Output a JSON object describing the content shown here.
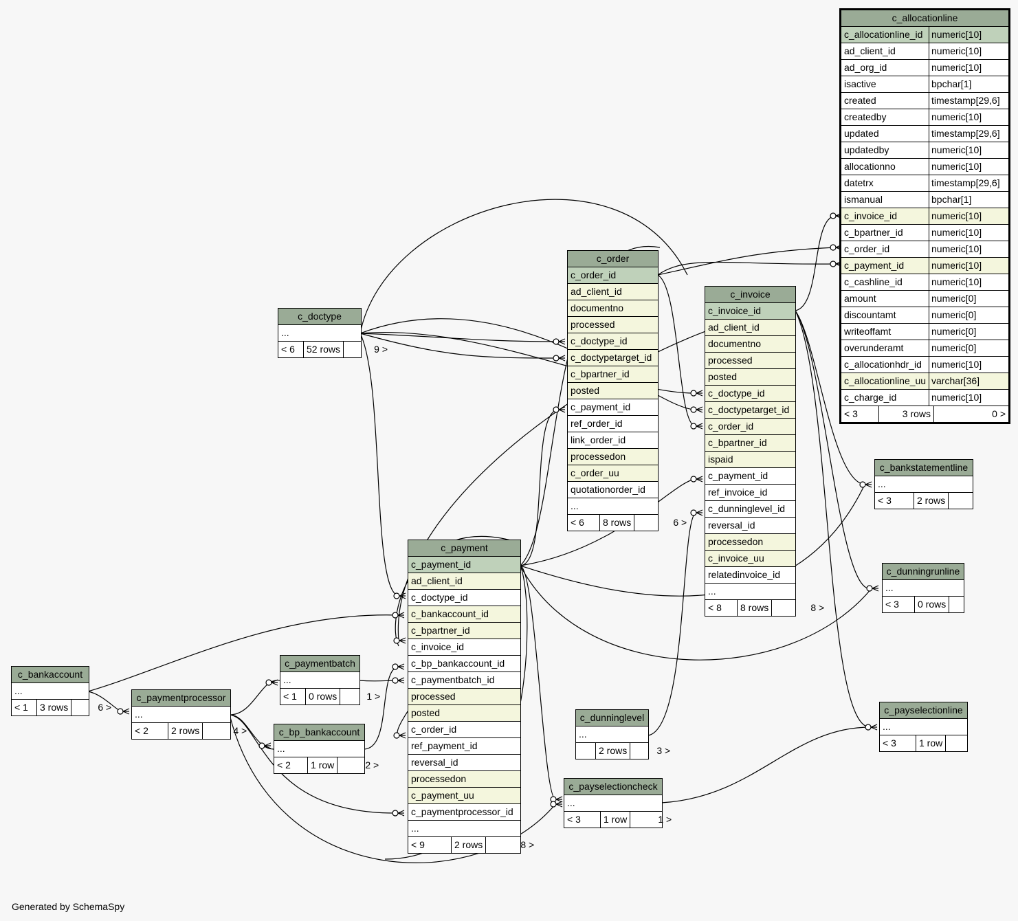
{
  "footer": "Generated by SchemaSpy",
  "tables": [
    {
      "key": "c_allocationline",
      "title": "c_allocationline",
      "focus": true,
      "columns": [
        {
          "name": "c_allocationline_id",
          "type": "numeric[10]",
          "kind": "pk"
        },
        {
          "name": "ad_client_id",
          "type": "numeric[10]",
          "kind": "pl"
        },
        {
          "name": "ad_org_id",
          "type": "numeric[10]",
          "kind": "pl"
        },
        {
          "name": "isactive",
          "type": "bpchar[1]",
          "kind": "pl"
        },
        {
          "name": "created",
          "type": "timestamp[29,6]",
          "kind": "pl"
        },
        {
          "name": "createdby",
          "type": "numeric[10]",
          "kind": "pl"
        },
        {
          "name": "updated",
          "type": "timestamp[29,6]",
          "kind": "pl"
        },
        {
          "name": "updatedby",
          "type": "numeric[10]",
          "kind": "pl"
        },
        {
          "name": "allocationno",
          "type": "numeric[10]",
          "kind": "pl"
        },
        {
          "name": "datetrx",
          "type": "timestamp[29,6]",
          "kind": "pl"
        },
        {
          "name": "ismanual",
          "type": "bpchar[1]",
          "kind": "pl"
        },
        {
          "name": "c_invoice_id",
          "type": "numeric[10]",
          "kind": "ix"
        },
        {
          "name": "c_bpartner_id",
          "type": "numeric[10]",
          "kind": "pl"
        },
        {
          "name": "c_order_id",
          "type": "numeric[10]",
          "kind": "pl"
        },
        {
          "name": "c_payment_id",
          "type": "numeric[10]",
          "kind": "ix"
        },
        {
          "name": "c_cashline_id",
          "type": "numeric[10]",
          "kind": "pl"
        },
        {
          "name": "amount",
          "type": "numeric[0]",
          "kind": "pl"
        },
        {
          "name": "discountamt",
          "type": "numeric[0]",
          "kind": "pl"
        },
        {
          "name": "writeoffamt",
          "type": "numeric[0]",
          "kind": "pl"
        },
        {
          "name": "overunderamt",
          "type": "numeric[0]",
          "kind": "pl"
        },
        {
          "name": "c_allocationhdr_id",
          "type": "numeric[10]",
          "kind": "pl"
        },
        {
          "name": "c_allocationline_uu",
          "type": "varchar[36]",
          "kind": "ix"
        },
        {
          "name": "c_charge_id",
          "type": "numeric[10]",
          "kind": "pl"
        }
      ],
      "footer": {
        "left": "< 3",
        "mid": "3 rows",
        "right": "0 >"
      }
    },
    {
      "key": "c_order",
      "title": "c_order",
      "columns": [
        {
          "name": "c_order_id",
          "kind": "pk"
        },
        {
          "name": "ad_client_id",
          "kind": "ix"
        },
        {
          "name": "documentno",
          "kind": "ix"
        },
        {
          "name": "processed",
          "kind": "ix"
        },
        {
          "name": "c_doctype_id",
          "kind": "ix"
        },
        {
          "name": "c_doctypetarget_id",
          "kind": "ix"
        },
        {
          "name": "c_bpartner_id",
          "kind": "ix"
        },
        {
          "name": "posted",
          "kind": "ix"
        },
        {
          "name": "c_payment_id",
          "kind": "pl"
        },
        {
          "name": "ref_order_id",
          "kind": "pl"
        },
        {
          "name": "link_order_id",
          "kind": "pl"
        },
        {
          "name": "processedon",
          "kind": "ix"
        },
        {
          "name": "c_order_uu",
          "kind": "ix"
        },
        {
          "name": "quotationorder_id",
          "kind": "pl"
        },
        {
          "name": "...",
          "kind": "pl"
        }
      ],
      "footer": {
        "left": "< 6",
        "mid": "8 rows",
        "right": "6 >"
      }
    },
    {
      "key": "c_invoice",
      "title": "c_invoice",
      "columns": [
        {
          "name": "c_invoice_id",
          "kind": "pk"
        },
        {
          "name": "ad_client_id",
          "kind": "ix"
        },
        {
          "name": "documentno",
          "kind": "ix"
        },
        {
          "name": "processed",
          "kind": "ix"
        },
        {
          "name": "posted",
          "kind": "ix"
        },
        {
          "name": "c_doctype_id",
          "kind": "ix"
        },
        {
          "name": "c_doctypetarget_id",
          "kind": "ix"
        },
        {
          "name": "c_order_id",
          "kind": "ix"
        },
        {
          "name": "c_bpartner_id",
          "kind": "ix"
        },
        {
          "name": "ispaid",
          "kind": "ix"
        },
        {
          "name": "c_payment_id",
          "kind": "pl"
        },
        {
          "name": "ref_invoice_id",
          "kind": "pl"
        },
        {
          "name": "c_dunninglevel_id",
          "kind": "pl"
        },
        {
          "name": "reversal_id",
          "kind": "pl"
        },
        {
          "name": "processedon",
          "kind": "ix"
        },
        {
          "name": "c_invoice_uu",
          "kind": "ix"
        },
        {
          "name": "relatedinvoice_id",
          "kind": "pl"
        },
        {
          "name": "...",
          "kind": "pl"
        }
      ],
      "footer": {
        "left": "< 8",
        "mid": "8 rows",
        "right": "8 >"
      }
    },
    {
      "key": "c_payment",
      "title": "c_payment",
      "columns": [
        {
          "name": "c_payment_id",
          "kind": "pk"
        },
        {
          "name": "ad_client_id",
          "kind": "ix"
        },
        {
          "name": "c_doctype_id",
          "kind": "pl"
        },
        {
          "name": "c_bankaccount_id",
          "kind": "ix"
        },
        {
          "name": "c_bpartner_id",
          "kind": "ix"
        },
        {
          "name": "c_invoice_id",
          "kind": "pl"
        },
        {
          "name": "c_bp_bankaccount_id",
          "kind": "pl"
        },
        {
          "name": "c_paymentbatch_id",
          "kind": "pl"
        },
        {
          "name": "processed",
          "kind": "ix"
        },
        {
          "name": "posted",
          "kind": "ix"
        },
        {
          "name": "c_order_id",
          "kind": "pl"
        },
        {
          "name": "ref_payment_id",
          "kind": "pl"
        },
        {
          "name": "reversal_id",
          "kind": "pl"
        },
        {
          "name": "processedon",
          "kind": "ix"
        },
        {
          "name": "c_payment_uu",
          "kind": "ix"
        },
        {
          "name": "c_paymentprocessor_id",
          "kind": "pl"
        },
        {
          "name": "...",
          "kind": "pl"
        }
      ],
      "footer": {
        "left": "< 9",
        "mid": "2 rows",
        "right": "8 >"
      }
    },
    {
      "key": "c_doctype",
      "title": "c_doctype",
      "columns": [
        {
          "name": "...",
          "kind": "pl"
        }
      ],
      "footer": {
        "left": "< 6",
        "mid": "52 rows",
        "right": "9 >"
      }
    },
    {
      "key": "c_bankstatementline",
      "title": "c_bankstatementline",
      "columns": [
        {
          "name": "...",
          "kind": "pl"
        }
      ],
      "footer": {
        "left": "< 3",
        "mid": "2 rows",
        "right": ""
      }
    },
    {
      "key": "c_dunningrunline",
      "title": "c_dunningrunline",
      "columns": [
        {
          "name": "...",
          "kind": "pl"
        }
      ],
      "footer": {
        "left": "< 3",
        "mid": "0 rows",
        "right": ""
      }
    },
    {
      "key": "c_payselectionline",
      "title": "c_payselectionline",
      "columns": [
        {
          "name": "...",
          "kind": "pl"
        }
      ],
      "footer": {
        "left": "< 3",
        "mid": "1 row",
        "right": ""
      }
    },
    {
      "key": "c_dunninglevel",
      "title": "c_dunninglevel",
      "columns": [
        {
          "name": "...",
          "kind": "pl"
        }
      ],
      "footer": {
        "left": "",
        "mid": "2 rows",
        "right": "3 >"
      }
    },
    {
      "key": "c_payselectioncheck",
      "title": "c_payselectioncheck",
      "columns": [
        {
          "name": "...",
          "kind": "pl"
        }
      ],
      "footer": {
        "left": "< 3",
        "mid": "1 row",
        "right": "1 >"
      }
    },
    {
      "key": "c_bankaccount",
      "title": "c_bankaccount",
      "columns": [
        {
          "name": "...",
          "kind": "pl"
        }
      ],
      "footer": {
        "left": "< 1",
        "mid": "3 rows",
        "right": "6 >"
      }
    },
    {
      "key": "c_paymentprocessor",
      "title": "c_paymentprocessor",
      "columns": [
        {
          "name": "...",
          "kind": "pl"
        }
      ],
      "footer": {
        "left": "< 2",
        "mid": "2 rows",
        "right": "4 >"
      }
    },
    {
      "key": "c_paymentbatch",
      "title": "c_paymentbatch",
      "columns": [
        {
          "name": "...",
          "kind": "pl"
        }
      ],
      "footer": {
        "left": "< 1",
        "mid": "0 rows",
        "right": "1 >"
      }
    },
    {
      "key": "c_bp_bankaccount",
      "title": "c_bp_bankaccount",
      "columns": [
        {
          "name": "...",
          "kind": "pl"
        }
      ],
      "footer": {
        "left": "< 2",
        "mid": "1 row",
        "right": "2 >"
      }
    }
  ],
  "relationships": [
    {
      "from": "c_allocationline.c_invoice_id",
      "to": "c_invoice.c_invoice_id"
    },
    {
      "from": "c_allocationline.c_order_id",
      "to": "c_order.c_order_id"
    },
    {
      "from": "c_allocationline.c_payment_id",
      "to": "c_payment.c_payment_id"
    },
    {
      "from": "c_order.c_doctype_id",
      "to": "c_doctype"
    },
    {
      "from": "c_order.c_doctypetarget_id",
      "to": "c_doctype"
    },
    {
      "from": "c_order.c_payment_id",
      "to": "c_payment.c_payment_id"
    },
    {
      "from": "c_invoice.c_doctype_id",
      "to": "c_doctype"
    },
    {
      "from": "c_invoice.c_doctypetarget_id",
      "to": "c_doctype"
    },
    {
      "from": "c_invoice.c_order_id",
      "to": "c_order.c_order_id"
    },
    {
      "from": "c_invoice.c_payment_id",
      "to": "c_payment.c_payment_id"
    },
    {
      "from": "c_invoice.c_dunninglevel_id",
      "to": "c_dunninglevel"
    },
    {
      "from": "c_payment.c_doctype_id",
      "to": "c_doctype"
    },
    {
      "from": "c_payment.c_bankaccount_id",
      "to": "c_bankaccount"
    },
    {
      "from": "c_payment.c_invoice_id",
      "to": "c_invoice.c_invoice_id"
    },
    {
      "from": "c_payment.c_bp_bankaccount_id",
      "to": "c_bp_bankaccount"
    },
    {
      "from": "c_payment.c_paymentbatch_id",
      "to": "c_paymentbatch"
    },
    {
      "from": "c_payment.c_order_id",
      "to": "c_order.c_order_id"
    },
    {
      "from": "c_payment.c_paymentprocessor_id",
      "to": "c_paymentprocessor"
    },
    {
      "from": "c_paymentprocessor",
      "to": "c_bankaccount"
    },
    {
      "from": "c_paymentbatch",
      "to": "c_paymentprocessor"
    },
    {
      "from": "c_bp_bankaccount",
      "to": "c_paymentprocessor"
    },
    {
      "from": "c_bankstatementline",
      "to": "c_invoice.c_invoice_id"
    },
    {
      "from": "c_bankstatementline",
      "to": "c_payment.c_payment_id"
    },
    {
      "from": "c_dunningrunline",
      "to": "c_invoice.c_invoice_id"
    },
    {
      "from": "c_dunningrunline",
      "to": "c_payment.c_payment_id"
    },
    {
      "from": "c_payselectionline",
      "to": "c_invoice.c_invoice_id"
    },
    {
      "from": "c_payselectionline",
      "to": "c_payselectioncheck"
    },
    {
      "from": "c_payselectioncheck",
      "to": "c_payment.c_payment_id"
    },
    {
      "from": "c_payselectioncheck",
      "to": "c_paymentprocessor"
    }
  ]
}
